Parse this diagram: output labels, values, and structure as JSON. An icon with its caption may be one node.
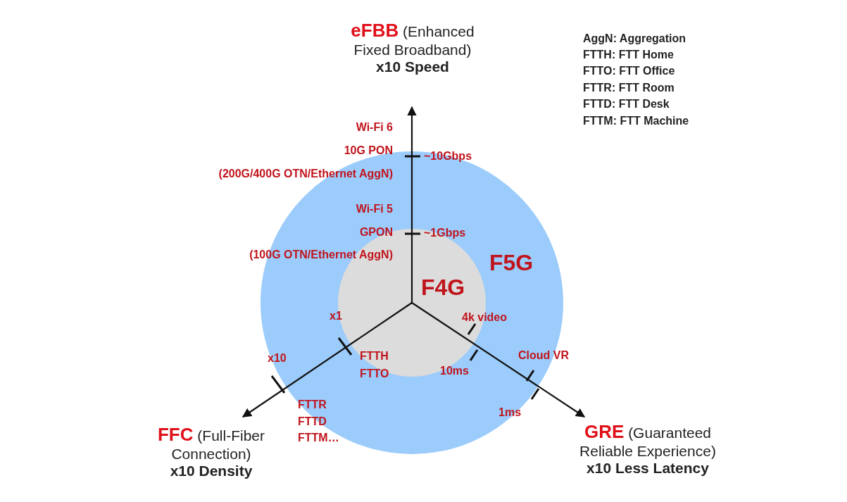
{
  "diagram": {
    "nodes": [
      {
        "text": [
          "F5G"
        ]
      },
      {
        "text": [
          "F4G"
        ],
        "in": 0
      },
      {
        "text": [
          "**eFBB** (Enhanced Fixed Broadband)",
          "x10 Speed"
        ]
      },
      {
        "text": [
          "**FFC** (Full-Fiber Connection)",
          "x10 Density"
        ]
      },
      {
        "text": [
          "**GRE** (Guaranteed Reliable Experience)",
          "x10 Less Latency"
        ]
      }
    ],
    "edges": [
      {
        "from": 1,
        "to": 2,
        "arrow": "to"
      },
      {
        "from": 1,
        "to": 3,
        "arrow": "to"
      },
      {
        "from": 1,
        "to": 4,
        "arrow": "to"
      }
    ],
    "labels": [
      "AggN: Aggregation",
      "FTTH: FTT Home",
      "FTTO: FTT Office",
      "FTTR: FTT Room",
      "FTTD: FTT Desk",
      "FTTM: FTT Machine",
      "Wi-Fi 6",
      "10G PON",
      "(200G/400G OTN/Ethernet AggN)",
      "~10Gbps",
      "Wi-Fi 5",
      "GPON",
      "~1Gbps",
      "(100G OTN/Ethernet AggN)",
      "x1",
      "4k video",
      "x10",
      "FTTH",
      "FTTO",
      "Cloud VR",
      "10ms",
      "FTTR",
      "FTTD",
      "FTTM…",
      "1ms"
    ]
  }
}
